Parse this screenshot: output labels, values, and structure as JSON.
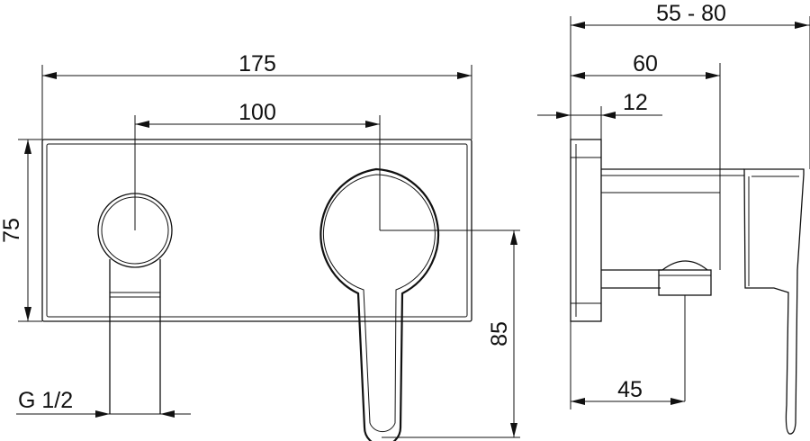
{
  "front_view": {
    "width_label": "175",
    "spacing_label": "100",
    "height_label": "75",
    "lever_depth_label": "85",
    "thread_label": "G 1/2"
  },
  "side_view": {
    "depth_range_label": "55 - 80",
    "body_depth_label": "60",
    "plate_thickness_label": "12",
    "outlet_offset_label": "45"
  }
}
